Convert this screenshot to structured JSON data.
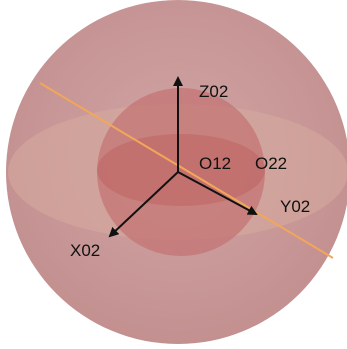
{
  "labels": {
    "z_axis": "Z02",
    "y_axis": "Y02",
    "x_axis": "X02",
    "center_inner": "O12",
    "center_outer": "O22"
  },
  "colors": {
    "outer_sphere": "#c99595",
    "inner_sphere": "#c06a6a",
    "equator_band": "#d4a29a",
    "axis": "#111111",
    "orange_line": "#f0a050",
    "background": "#ffffff"
  }
}
